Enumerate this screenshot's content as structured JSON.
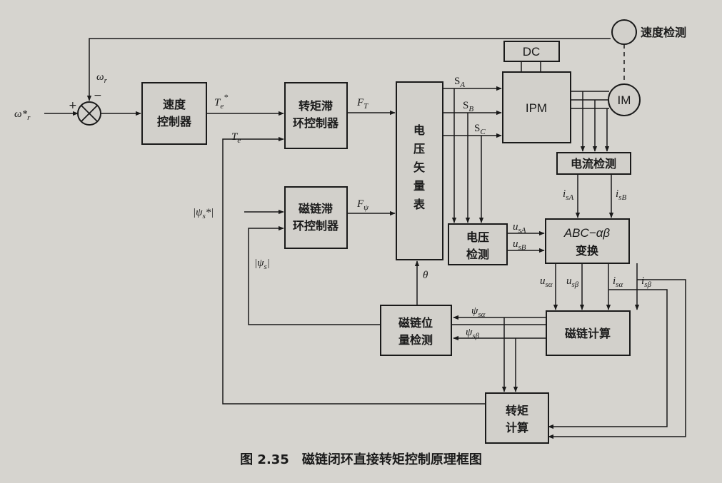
{
  "caption": {
    "number": "图 2.35",
    "text": "磁链闭环直接转矩控制原理框图"
  },
  "blocks": {
    "speed_ctrl": [
      "速度",
      "控制器"
    ],
    "torque_hyst": [
      "转矩滞",
      "环控制器"
    ],
    "flux_hyst": [
      "磁链滞",
      "环控制器"
    ],
    "vv_table": [
      "电",
      "压",
      "矢",
      "量",
      "表"
    ],
    "dc": "DC",
    "ipm": "IPM",
    "im": "IM",
    "speed_detect": "速度检测",
    "current_detect": "电流检测",
    "voltage_detect": [
      "电压",
      "检测"
    ],
    "abc_transform": [
      "ABC−αβ",
      "变换"
    ],
    "flux_calc": "磁链计算",
    "flux_pos": [
      "磁链位",
      "量检测"
    ],
    "torque_calc": [
      "转矩",
      "计算"
    ]
  },
  "signals": {
    "wr_ref": "ω*",
    "wr_ref_sub": "r",
    "wr": "ω",
    "wr_sub": "r",
    "minus": "−",
    "plus": "+",
    "te_ref": "T",
    "te_ref_sub": "e",
    "te_ref_sup": "*",
    "te": "T",
    "te_sub": "e",
    "ft": "F",
    "ft_sub": "T",
    "fpsi": "F",
    "fpsi_sub": "ψ",
    "psi_ref": "|ψ",
    "psi_ref_sub": "s",
    "psi_ref_tail": "*|",
    "psi_fb": "|ψ",
    "psi_fb_sub": "s",
    "psi_fb_tail": "|",
    "sa": "S",
    "sa_sub": "A",
    "sb": "S",
    "sb_sub": "B",
    "sc": "S",
    "sc_sub": "C",
    "theta": "θ",
    "usa": "u",
    "usa_sub": "sA",
    "usb": "u",
    "usb_sub": "sB",
    "isa": "i",
    "isa_sub": "sA",
    "isb": "i",
    "isb_sub": "sB",
    "u_alpha": "u",
    "u_alpha_sub": "sα",
    "u_beta": "u",
    "u_beta_sub": "sβ",
    "i_alpha": "i",
    "i_alpha_sub": "sα",
    "i_beta": "i",
    "i_beta_sub": "sβ",
    "psi_alpha": "ψ",
    "psi_alpha_sub": "sα",
    "psi_beta": "ψ",
    "psi_beta_sub": "sβ"
  }
}
